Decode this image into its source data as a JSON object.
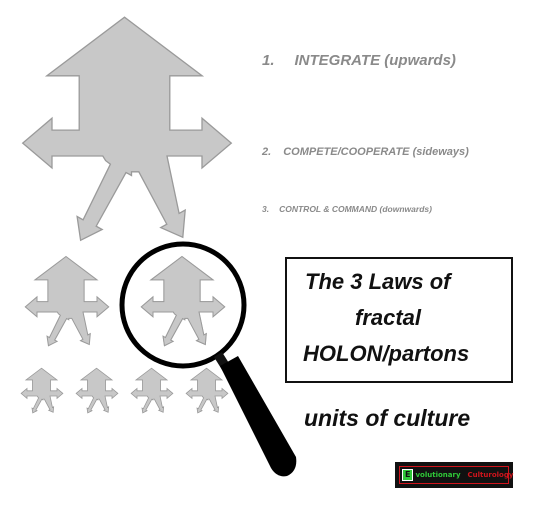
{
  "laws": [
    {
      "number": "1.",
      "name": "INTEGRATE",
      "direction": "(upwards)"
    },
    {
      "number": "2.",
      "name": "COMPETE/COOPERATE",
      "direction": "(sideways)"
    },
    {
      "number": "3.",
      "name": "CONTROL & COMMAND",
      "direction": "(downwards)"
    }
  ],
  "title_box": {
    "line1": "The 3 Laws of",
    "line2": "fractal",
    "line3": "HOLON/partons"
  },
  "caption": "units of culture",
  "logo": {
    "first_letter": "E",
    "word1_rest": "volutionary",
    "word2": "Culturology"
  },
  "icons": {
    "holon": "holon-arrow-icon",
    "magnifier": "magnifying-glass-icon"
  },
  "colors": {
    "holon_fill": "#c8c8c8",
    "holon_stroke": "#9a9a9a",
    "law_text": "#8a8a8a",
    "logo_green": "#2fc838",
    "logo_red": "#d0141c"
  }
}
